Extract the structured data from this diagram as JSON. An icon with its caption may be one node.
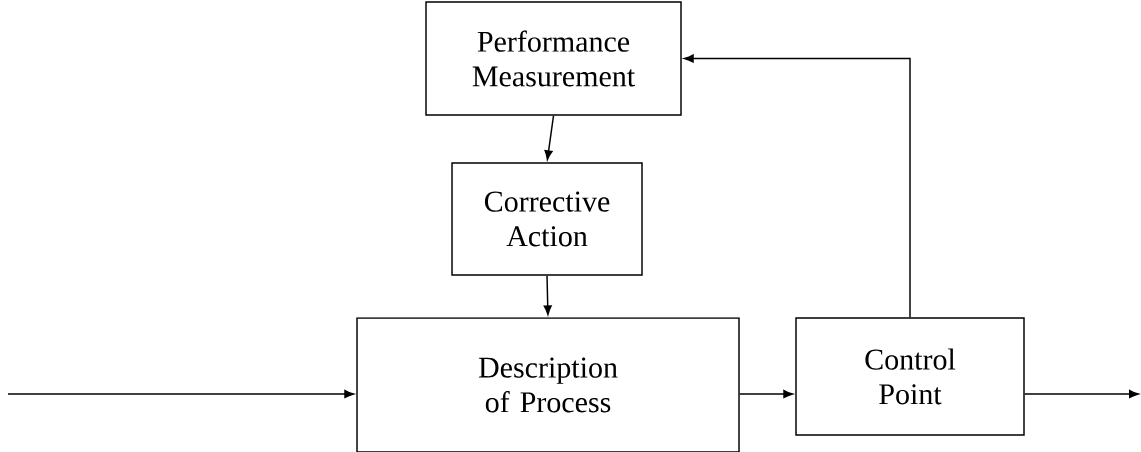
{
  "diagram": {
    "nodes": [
      {
        "text": [
          "Performance Measurement"
        ]
      },
      {
        "text": [
          "Corrective Action"
        ]
      },
      {
        "text": [
          "Description of Process"
        ]
      },
      {
        "text": [
          "Control Point"
        ]
      }
    ],
    "edges": [
      {
        "from": null,
        "to": 2,
        "arrow": "to"
      },
      {
        "from": 2,
        "to": 3,
        "arrow": "to"
      },
      {
        "from": 3,
        "to": 0,
        "arrow": "to"
      },
      {
        "from": 3,
        "to": null,
        "arrow": "to"
      },
      {
        "from": 0,
        "to": 1,
        "arrow": "to"
      },
      {
        "from": 1,
        "to": 2,
        "arrow": "to"
      }
    ]
  }
}
